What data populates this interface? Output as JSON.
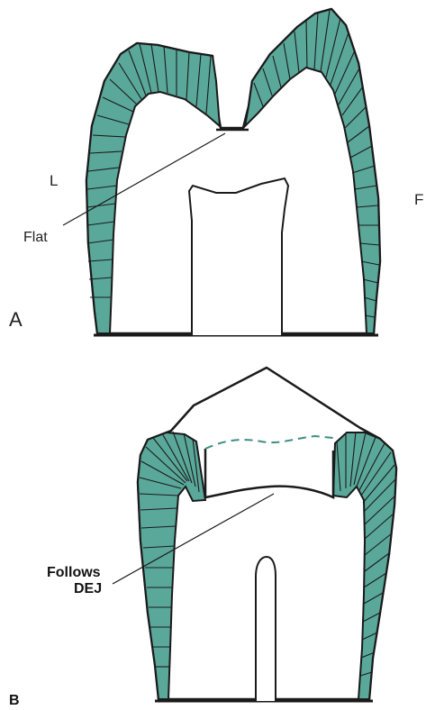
{
  "colors": {
    "enamel": "#5aa89a",
    "outline": "#1a1a1a",
    "pulp_roof_dashed": "#3f8f80",
    "background": "#ffffff"
  },
  "panel_a": {
    "panel_letter": "A",
    "side_left": "L",
    "side_right": "F",
    "floor_label": "Flat"
  },
  "panel_b": {
    "panel_letter": "B",
    "floor_label_line1": "Follows",
    "floor_label_line2": "DEJ"
  }
}
